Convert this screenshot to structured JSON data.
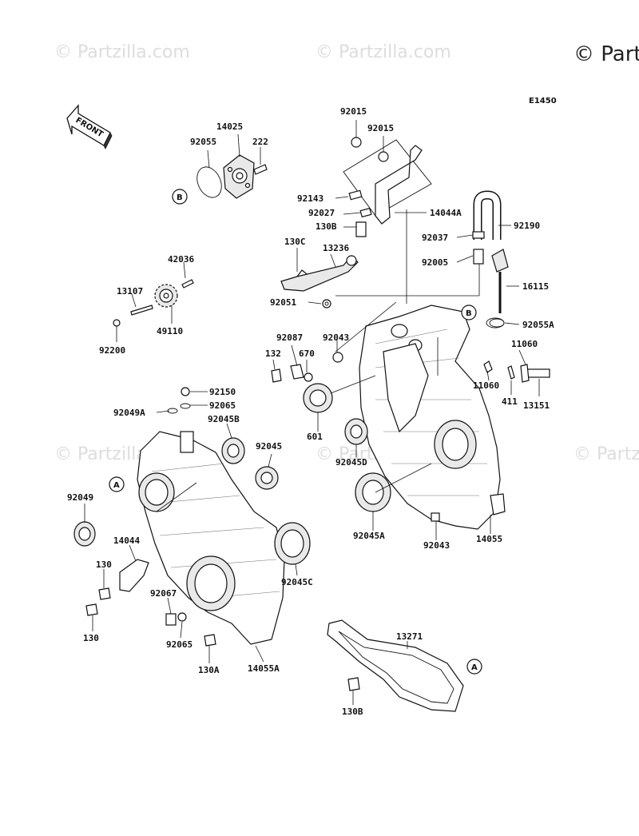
{
  "diagram": {
    "code": "E1450",
    "watermarks": {
      "text": "© Partzilla.com",
      "corner_text": "© Partz"
    },
    "front_label": "FRONT",
    "callouts": [
      "A",
      "B"
    ],
    "parts": {
      "p92015a": "92015",
      "p92015b": "92015",
      "p14025": "14025",
      "p92055": "92055",
      "p222": "222",
      "p92143": "92143",
      "p14044A": "14044A",
      "p92027": "92027",
      "p130B_top": "130B",
      "p92190": "92190",
      "p92037": "92037",
      "p130C": "130C",
      "p13236": "13236",
      "p92005": "92005",
      "p42036": "42036",
      "p13107": "13107",
      "p49110": "49110",
      "p92200": "92200",
      "p16115": "16115",
      "p92051": "92051",
      "p92055A": "92055A",
      "p92043_top": "92043",
      "p92087": "92087",
      "p132": "132",
      "p670": "670",
      "p11060a": "11060",
      "p11060b": "11060",
      "p411": "411",
      "p13151": "13151",
      "p92150": "92150",
      "p92049A": "92049A",
      "p92065_top": "92065",
      "p92045B": "92045B",
      "p601": "601",
      "p92045": "92045",
      "p92045D": "92045D",
      "p92049": "92049",
      "p92045A": "92045A",
      "p92043_bot": "92043",
      "p14055": "14055",
      "p14044": "14044",
      "p130_a": "130",
      "p92067": "92067",
      "p92045C": "92045C",
      "p130_b": "130",
      "p92065_bot": "92065",
      "p130A": "130A",
      "p14055A": "14055A",
      "p13271": "13271",
      "p130B_bot": "130B"
    }
  }
}
